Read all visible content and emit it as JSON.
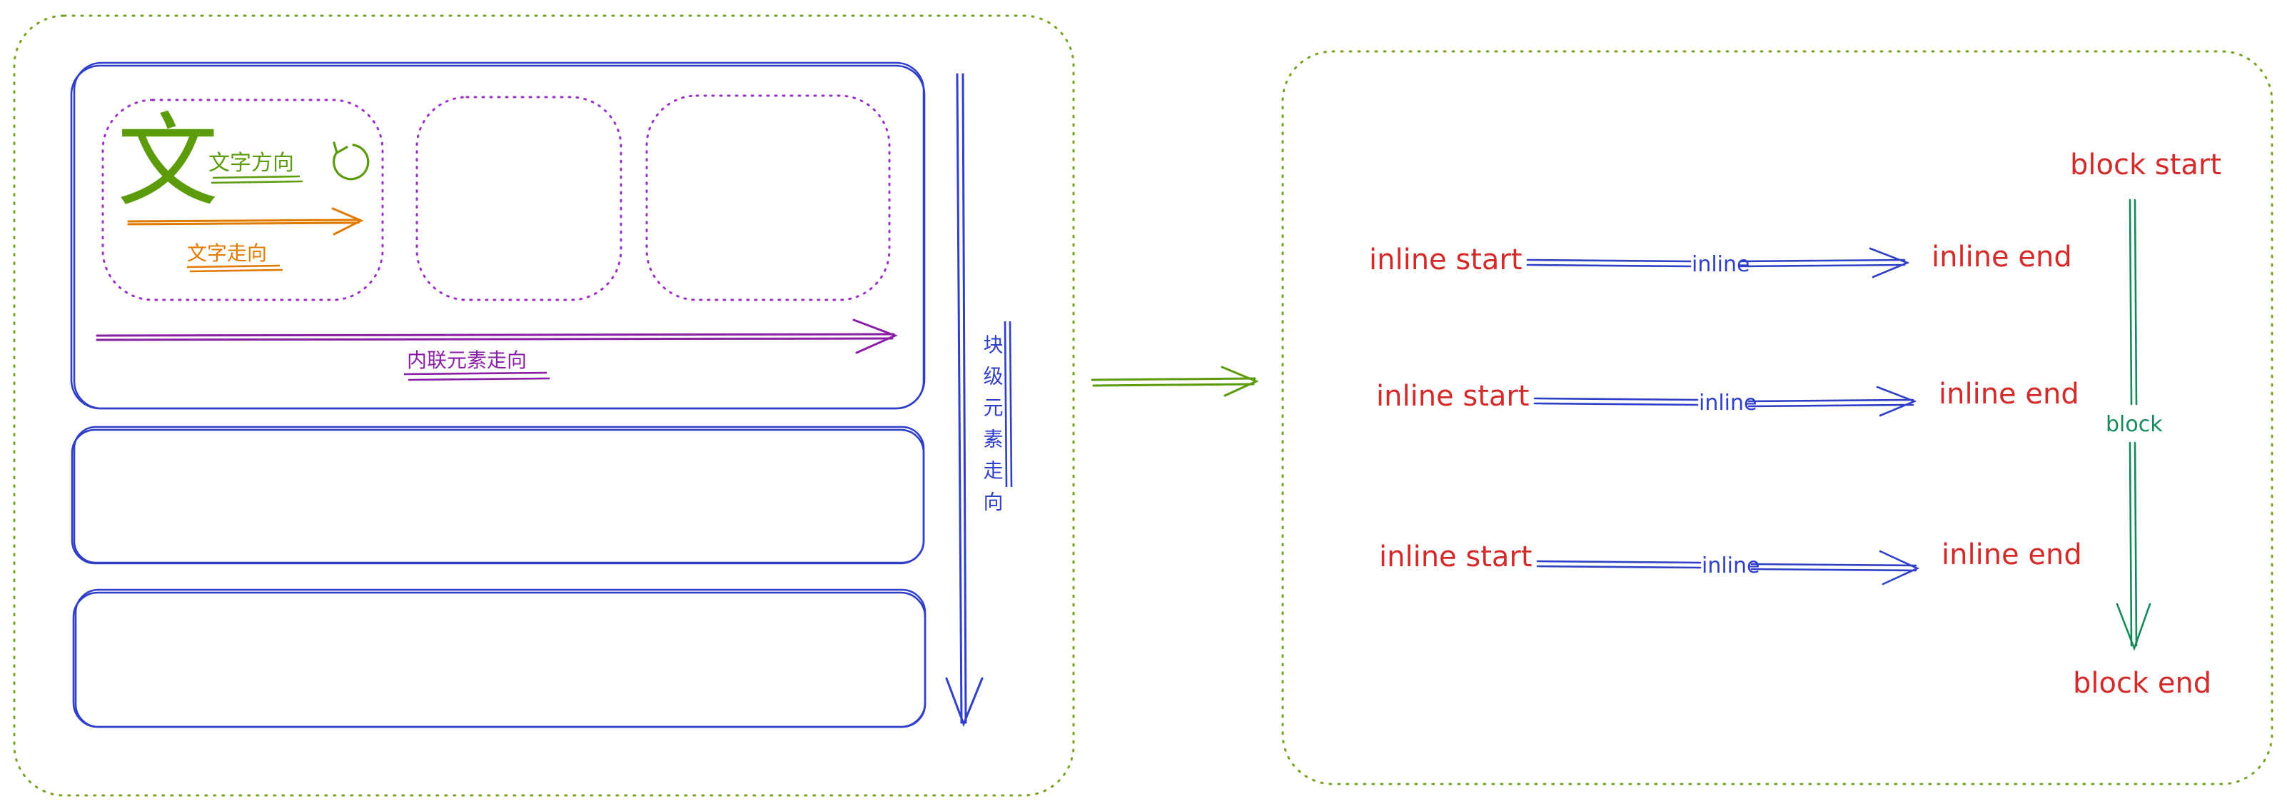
{
  "left_panel": {
    "glyph": "文",
    "text_direction_label": "文字方向",
    "text_flow_label": "文字走向",
    "inline_flow_label": "内联元素走向",
    "block_flow_label": "块级元素走向"
  },
  "right_panel": {
    "rows": [
      {
        "start_label": "inline start",
        "arrow_label": "inline",
        "end_label": "inline end"
      },
      {
        "start_label": "inline start",
        "arrow_label": "inline",
        "end_label": "inline end"
      },
      {
        "start_label": "inline start",
        "arrow_label": "inline",
        "end_label": "inline end"
      }
    ],
    "block_start_label": "block start",
    "block_arrow_label": "block",
    "block_end_label": "block end"
  },
  "colors": {
    "frame": "#76a21e",
    "container": "#2f3fc8",
    "dotted_box": "#9b2fc9",
    "glyph": "#5c9b0c",
    "text_direction": "#5c9b0c",
    "text_flow": "#e07b00",
    "inline_flow": "#8a1fa6",
    "block_flow": "#2f3fc8",
    "connector": "#5c9b0c",
    "label_red": "#d42a2a",
    "inline_arrow": "#2f3fc8",
    "block_arrow": "#138a5a"
  }
}
